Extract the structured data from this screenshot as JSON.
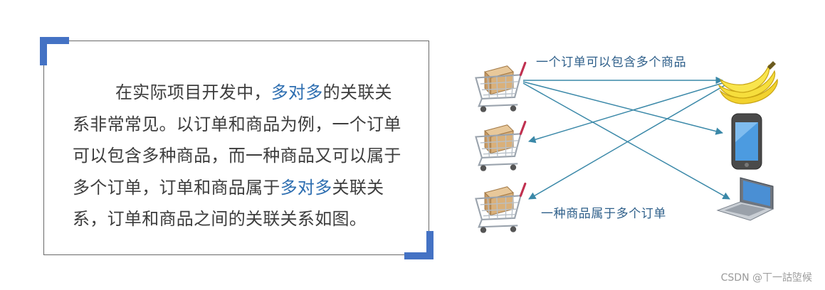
{
  "paragraph": {
    "part1": "在实际项目开发中，",
    "highlight1": "多对多",
    "part2": "的关联关系非常常见。以订单和商品为例，一个订单可以包含多种商品，而一种商品又可以属于多个订单，订单和商品属于",
    "highlight2": "多对多",
    "part3": "关联关系，订单和商品之间的关联关系如图。"
  },
  "diagram": {
    "caption_top": "一个订单可以包含多个商品",
    "caption_bottom": "一种商品属于多个订单",
    "orders": [
      {
        "icon": "shopping-cart-icon"
      },
      {
        "icon": "shopping-cart-icon"
      },
      {
        "icon": "shopping-cart-icon"
      }
    ],
    "products": [
      {
        "icon": "banana-icon"
      },
      {
        "icon": "mobile-phone-icon"
      },
      {
        "icon": "laptop-icon"
      }
    ],
    "arrow_color": "#3a88a8"
  },
  "watermark": "CSDN @丅一詁埅候",
  "colors": {
    "accent": "#4472c4",
    "highlight": "#2c6db0"
  }
}
